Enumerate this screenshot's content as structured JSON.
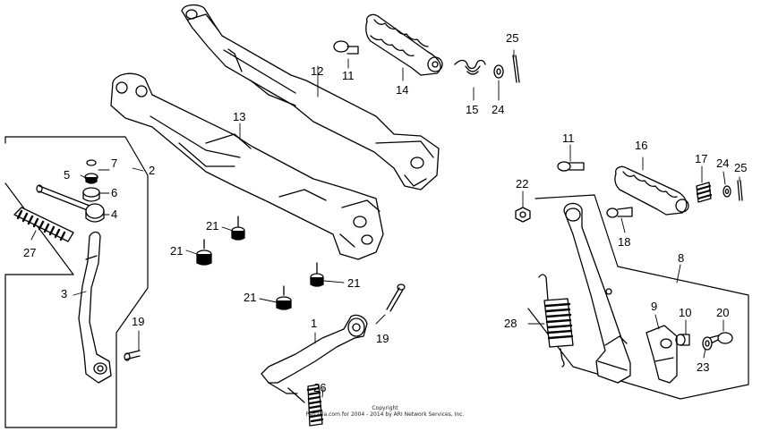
{
  "diagram": {
    "labels": {
      "p1": "1",
      "p2": "2",
      "p3": "3",
      "p4": "4",
      "p5": "5",
      "p6": "6",
      "p7": "7",
      "p8": "8",
      "p9": "9",
      "p10": "10",
      "p11a": "11",
      "p11b": "11",
      "p12": "12",
      "p13": "13",
      "p14": "14",
      "p15": "15",
      "p16": "16",
      "p17": "17",
      "p18": "18",
      "p19a": "19",
      "p19b": "19",
      "p20": "20",
      "p21a": "21",
      "p21b": "21",
      "p21c": "21",
      "p21d": "21",
      "p22": "22",
      "p23": "23",
      "p24a": "24",
      "p24b": "24",
      "p25a": "25",
      "p25b": "25",
      "p26": "26",
      "p27": "27",
      "p28": "28"
    },
    "copyright": {
      "line1": "Copyright",
      "line2": "Partzilla.com for 2004 - 2014 by ARI Network Services, Inc."
    }
  }
}
